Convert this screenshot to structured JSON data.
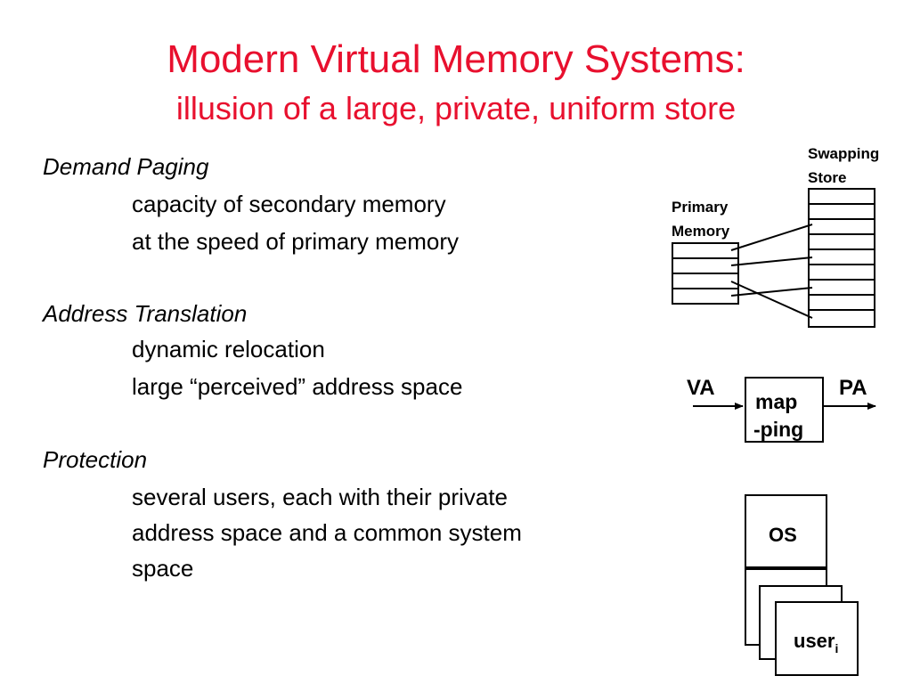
{
  "slide": {
    "title": "Modern Virtual Memory Systems:",
    "subtitle": "illusion of a large, private, uniform store"
  },
  "sections": [
    {
      "heading": "Demand Paging",
      "lines": [
        "capacity of secondary memory",
        "at the speed of primary memory"
      ]
    },
    {
      "heading": "Address Translation",
      "lines": [
        "dynamic relocation",
        "large “perceived” address space"
      ]
    },
    {
      "heading": "Protection",
      "lines": [
        "several users, each with their private",
        "address space and a common system",
        "space"
      ]
    }
  ],
  "diagram": {
    "swapping_store_label": [
      "Swapping",
      "Store"
    ],
    "primary_memory_label": [
      "Primary",
      "Memory"
    ],
    "va_label": "VA",
    "pa_label": "PA",
    "mapping_label": [
      "map",
      "-ping"
    ],
    "os_label": "OS",
    "user_label": "user",
    "user_subscript": "i"
  },
  "colors": {
    "title": "#e8102e",
    "text": "#000000"
  }
}
